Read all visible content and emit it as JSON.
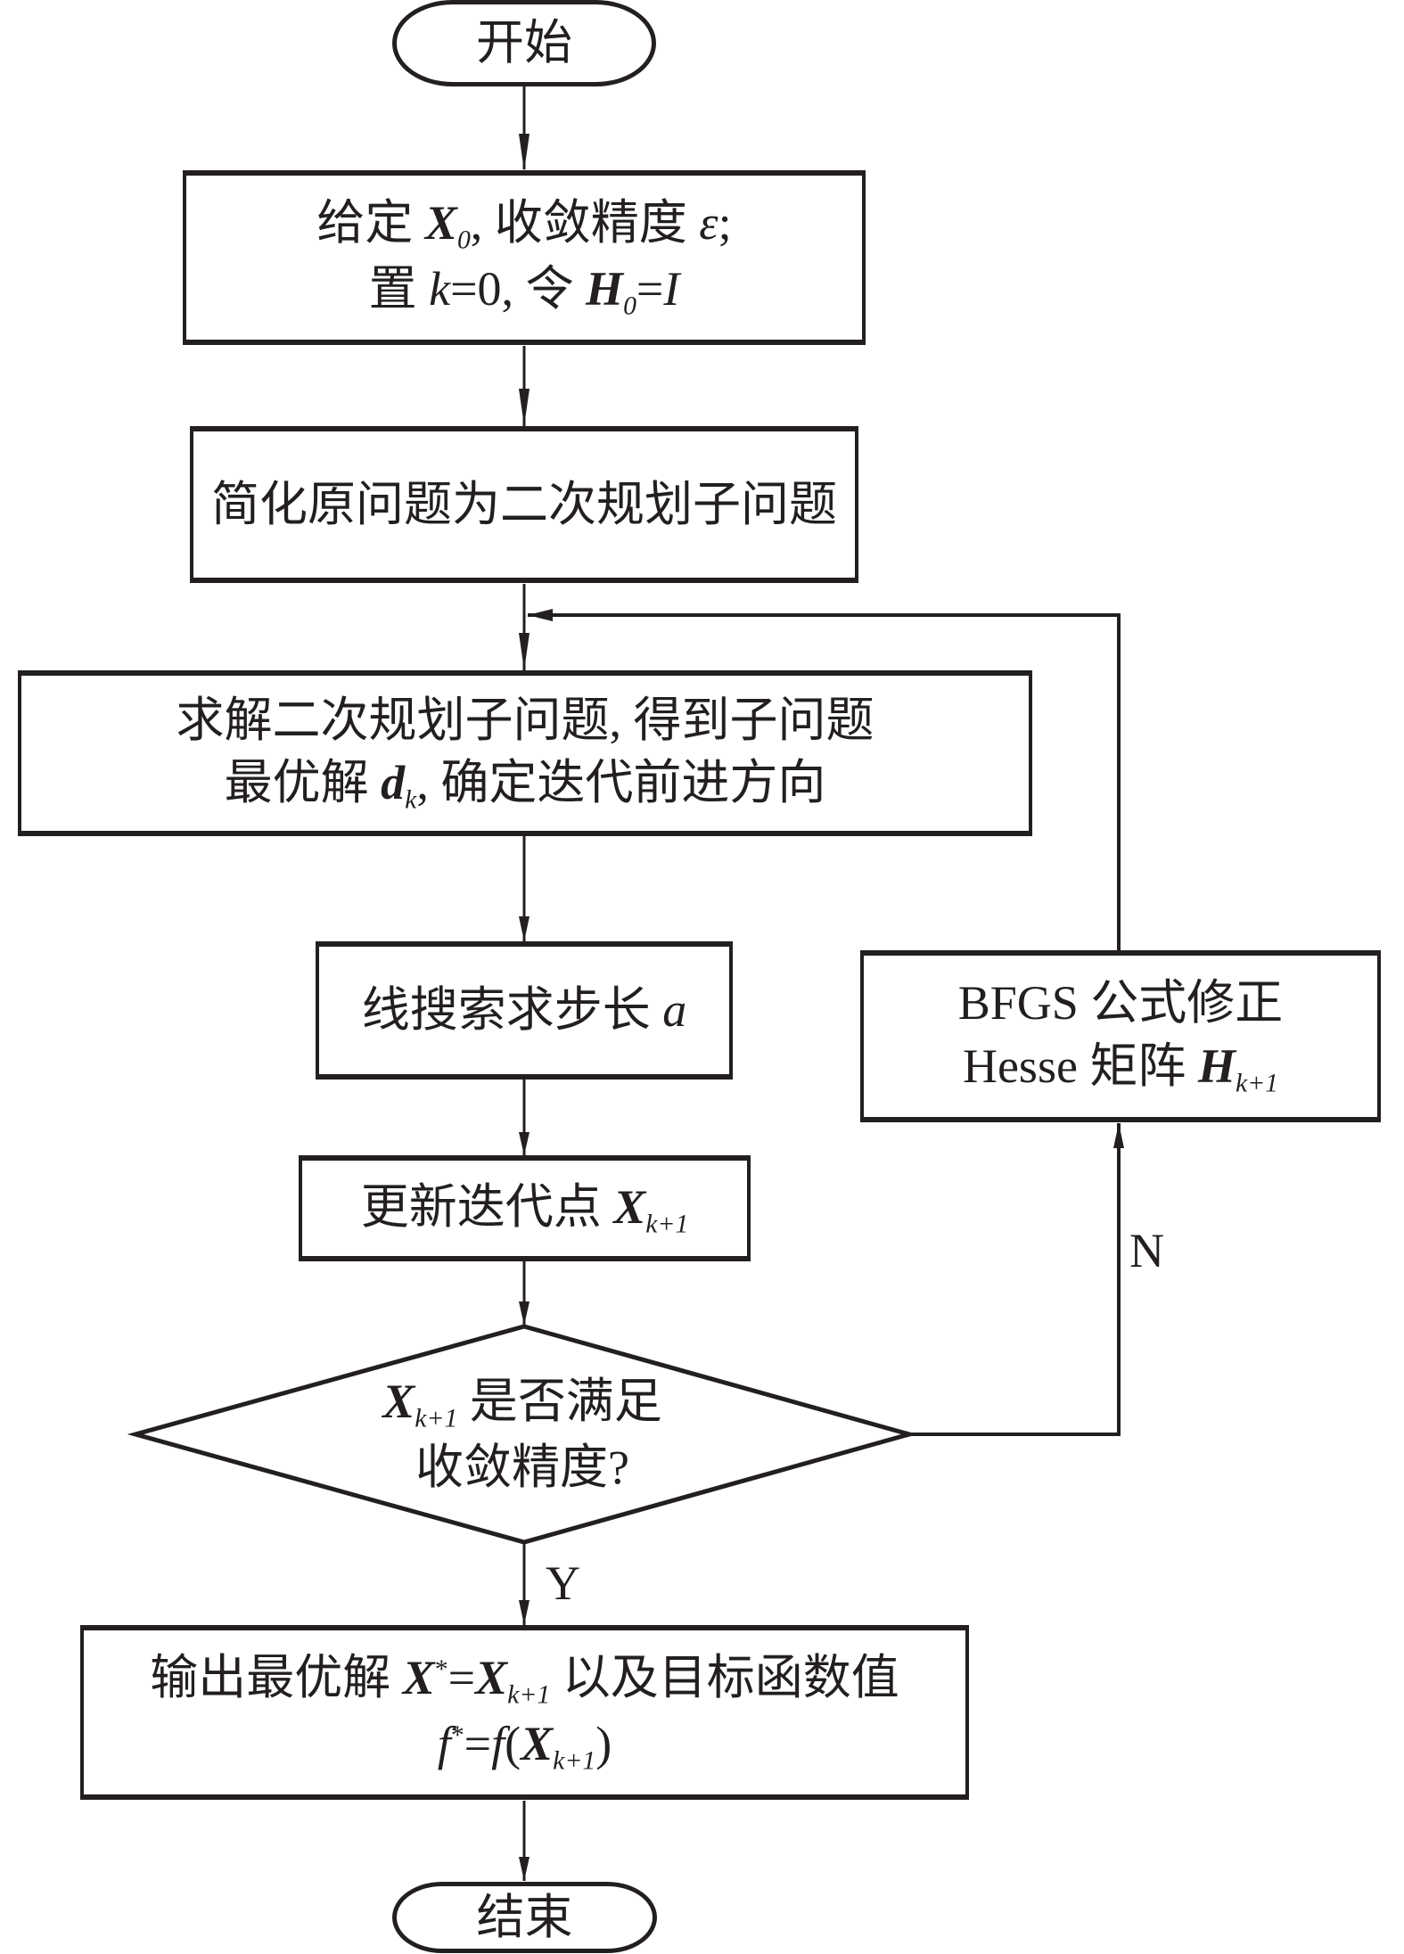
{
  "flowchart": {
    "start": "开始",
    "init": {
      "line1_pre": "给定 ",
      "line1_var": "X",
      "line1_sub": "0",
      "line1_post": ", 收敛精度 ",
      "line1_eps": "ε",
      "line1_end": ";",
      "line2_pre": "置 ",
      "line2_k": "k",
      "line2_mid": "=0, 令 ",
      "line2_var": "H",
      "line2_sub": "0",
      "line2_eq": "=",
      "line2_I": "I"
    },
    "simplify": "简化原问题为二次规划子问题",
    "solve": {
      "line1": "求解二次规划子问题, 得到子问题",
      "line2_pre": "最优解 ",
      "line2_var": "d",
      "line2_sub": "k",
      "line2_post": ", 确定迭代前进方向"
    },
    "line_search": {
      "text": "线搜索求步长 ",
      "var": "a"
    },
    "update": {
      "text": "更新迭代点 ",
      "var": "X",
      "sub": "k+1"
    },
    "decision": {
      "var": "X",
      "sub": "k+1",
      "line1_post": " 是否满足",
      "line2": "收敛精度?"
    },
    "bfgs": {
      "line1": "BFGS 公式修正",
      "line2_pre": "Hesse 矩阵 ",
      "line2_var": "H",
      "line2_sub": "k+1"
    },
    "output": {
      "line1_pre": "输出最优解 ",
      "var1": "X",
      "sup1": "*",
      "eq": "=",
      "var2": "X",
      "sub2": "k+1",
      "line1_post": " 以及目标函数值",
      "line2_f": "f",
      "line2_sup": "*",
      "line2_eq": "=",
      "line2_f2": "f",
      "line2_open": "(",
      "line2_var": "X",
      "line2_sub": "k+1",
      "line2_close": ")"
    },
    "end": "结束",
    "label_no": "N",
    "label_yes": "Y"
  }
}
